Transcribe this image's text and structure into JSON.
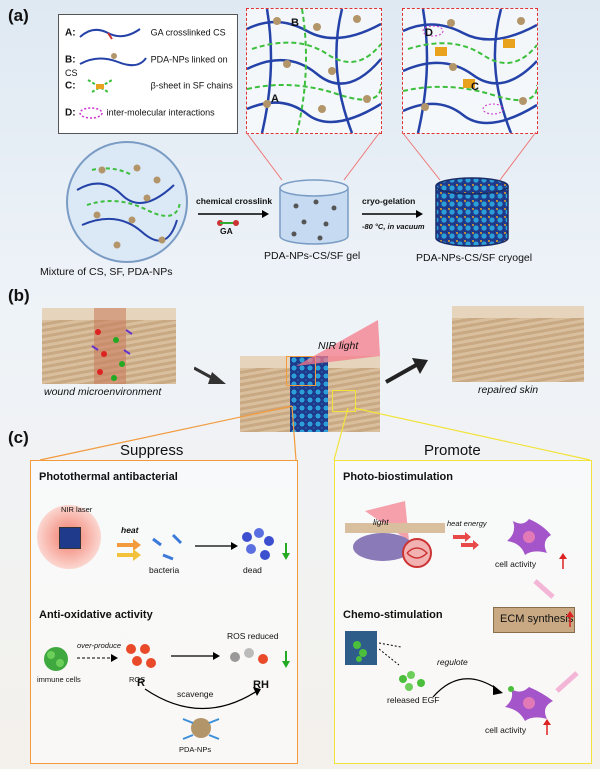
{
  "panels": {
    "a": "(a)",
    "b": "(b)",
    "c": "(c)"
  },
  "legend": [
    {
      "key": "A:",
      "text": "GA crosslinked CS"
    },
    {
      "key": "B:",
      "text": "PDA-NPs linked on CS"
    },
    {
      "key": "C:",
      "text": "β-sheet in SF chains"
    },
    {
      "key": "D:",
      "text": "inter-molecular interactions"
    }
  ],
  "zoom_labels": {
    "a": "A",
    "b": "B",
    "c": "C",
    "d": "D"
  },
  "panel_a": {
    "mixture_caption": "Mixture of CS, SF, PDA-NPs",
    "step1_label": "chemical crosslink",
    "step1_reagent": "GA",
    "gel_caption": "PDA-NPs-CS/SF gel",
    "step2_label": "cryo-gelation",
    "step2_condition": "-80 °C, in vacuum",
    "cryogel_caption": "PDA-NPs-CS/SF cryogel"
  },
  "panel_b": {
    "wound_caption": "wound microenvironment",
    "nir_label": "NIR light",
    "repaired_caption": "repaired skin"
  },
  "panel_c": {
    "suppress_title": "Suppress",
    "promote_title": "Promote",
    "photothermal_title": "Photothermal  antibacterial",
    "nir_laser": "NIR laser",
    "heat": "heat",
    "bacteria": "bacteria",
    "dead": "dead",
    "antiox_title": "Anti-oxidative activity",
    "overproduce": "over-produce",
    "immune_cells": "immune cells",
    "ros": "ROS",
    "ros_reduced": "ROS reduced",
    "r_dot": "R",
    "rh": "RH",
    "scavenge": "scavenge",
    "pda_nps": "PDA-NPs",
    "photobio_title": "Photo-biostimulation",
    "light": "light",
    "heat_energy": "heat energy",
    "cell_activity_1": "cell activity",
    "ecm": "ECM synthesis",
    "chemo_title": "Chemo-stimulation",
    "regulote": "regulote",
    "released_egf": "released EGF",
    "cell_activity_2": "cell activity"
  },
  "colors": {
    "suppress_border": "#f39a3c",
    "promote_border": "#f2e33a",
    "chain_blue": "#2442a8",
    "chain_green": "#3cbf3c",
    "np_tan": "#b3956a",
    "red_dash": "#d33"
  }
}
